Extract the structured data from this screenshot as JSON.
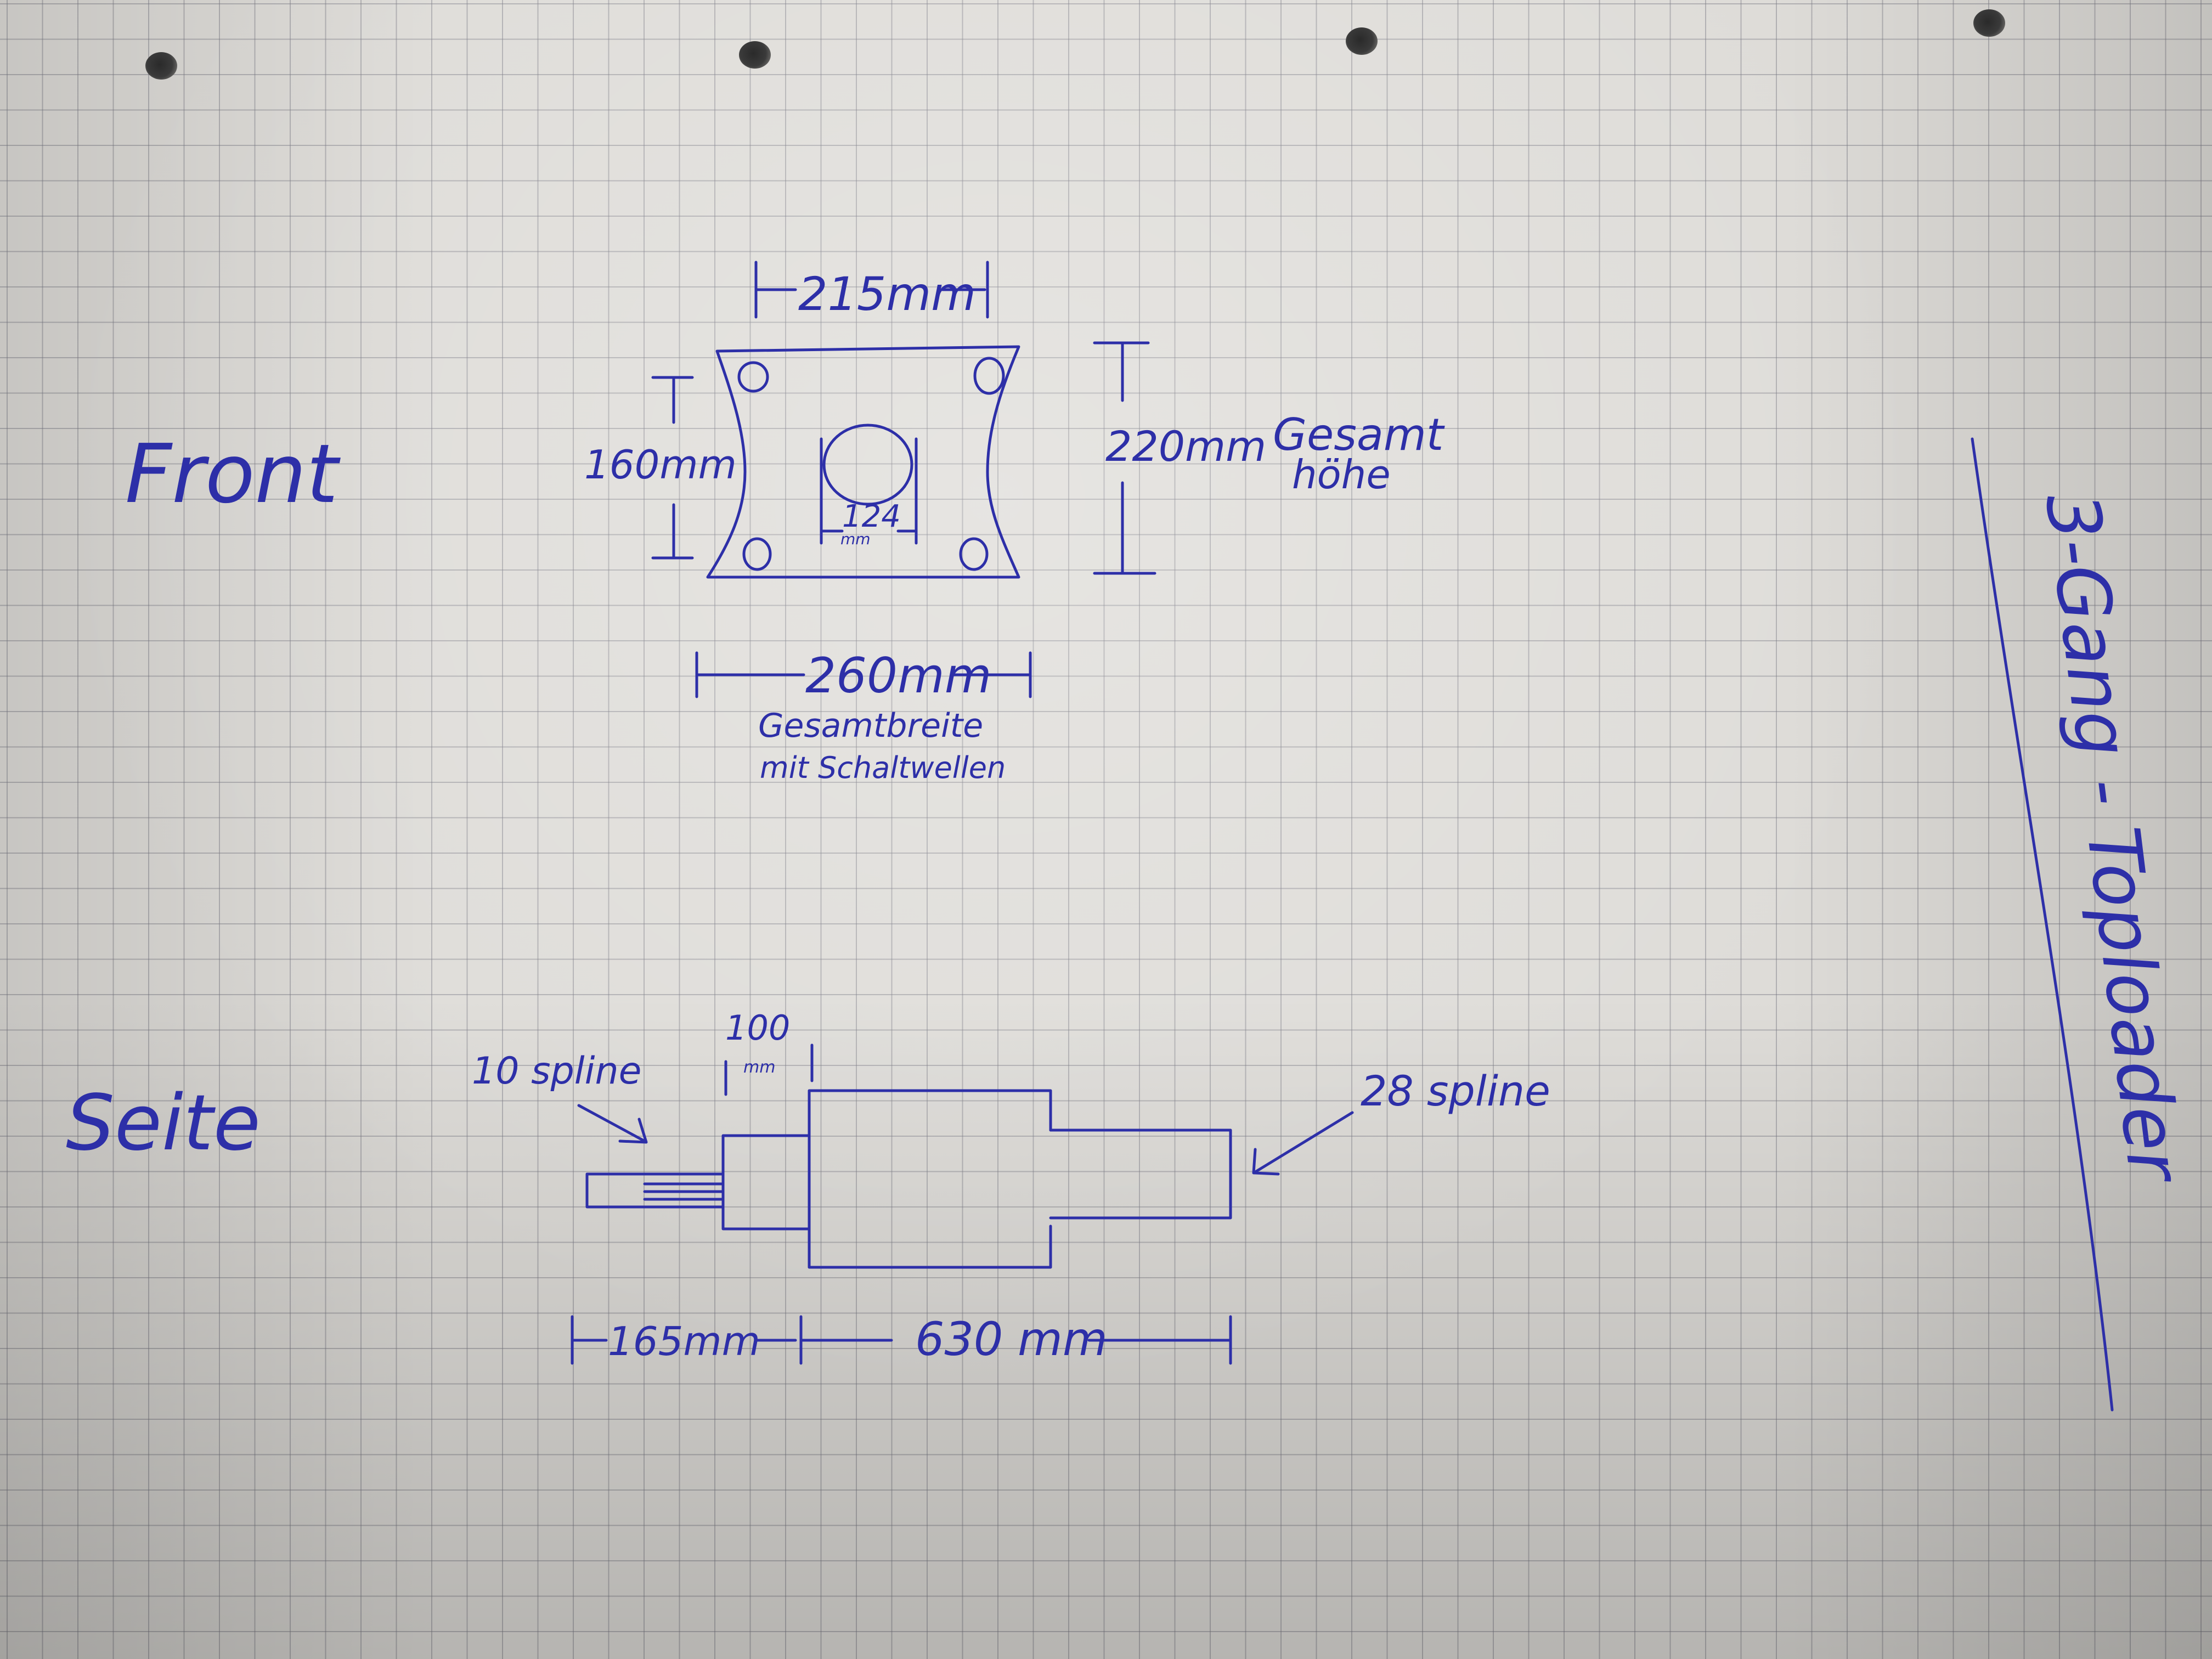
{
  "front": {
    "title": "Front",
    "top_width": "215mm",
    "side_height": "160mm",
    "bore": "124",
    "bore_unit": "mm",
    "total_height": "220mm",
    "total_height_note_1": "Gesamt",
    "total_height_note_2": "höhe",
    "total_width": "260mm",
    "total_width_note_1": "Gesamtbreite",
    "total_width_note_2": "mit Schaltwellen"
  },
  "side": {
    "title": "Seite",
    "input_spline": "10 spline",
    "input_len": "100",
    "input_len_unit": "mm",
    "output_spline": "28 spline",
    "len_front": "165mm",
    "len_main": "630 mm"
  },
  "vertical_title": "3-Gang - Toploader",
  "colors": {
    "ink": "#2d2fa8",
    "paper": "#dedcd8",
    "grid": "#8a8a96"
  }
}
